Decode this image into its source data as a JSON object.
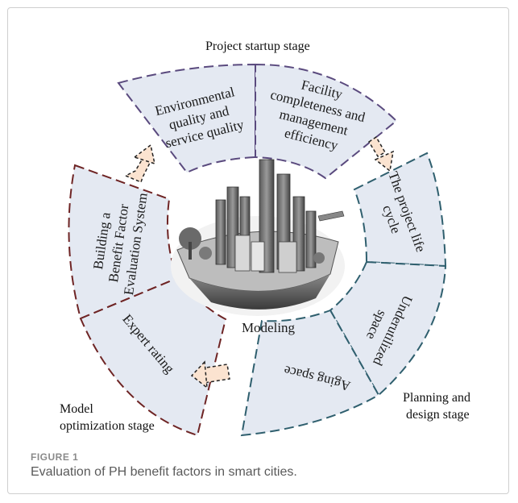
{
  "figure": {
    "tag": "FIGURE 1",
    "caption": "Evaluation of PH benefit factors in smart cities."
  },
  "stages": {
    "startup": "Project startup stage",
    "planning_line1": "Planning and",
    "planning_line2": "design stage",
    "model_line1": "Model",
    "model_line2": "optimization stage"
  },
  "center_label": "Modeling",
  "segments": {
    "environmental": [
      "Environmental",
      "quality and",
      "service quality"
    ],
    "facility": [
      "Facility",
      "completeness and",
      "management",
      "efficiency"
    ],
    "life_cycle": [
      "The project life",
      "cycle"
    ],
    "underutilized": [
      "Underutilized",
      "space"
    ],
    "aging": [
      "Aging space"
    ],
    "expert": [
      "Expert rating"
    ],
    "building": [
      "Building a",
      "Benefit Factor",
      "Evaluation System"
    ]
  },
  "colors": {
    "segment_fill": "#e4e9f2",
    "purple_border": "#5a4a7e",
    "teal_border": "#2f5f6e",
    "red_border": "#6e2424",
    "arrow_fill": "#fbe3d0",
    "arrow_stroke": "#222222"
  },
  "icons": {
    "center": "city-model-illustration"
  }
}
